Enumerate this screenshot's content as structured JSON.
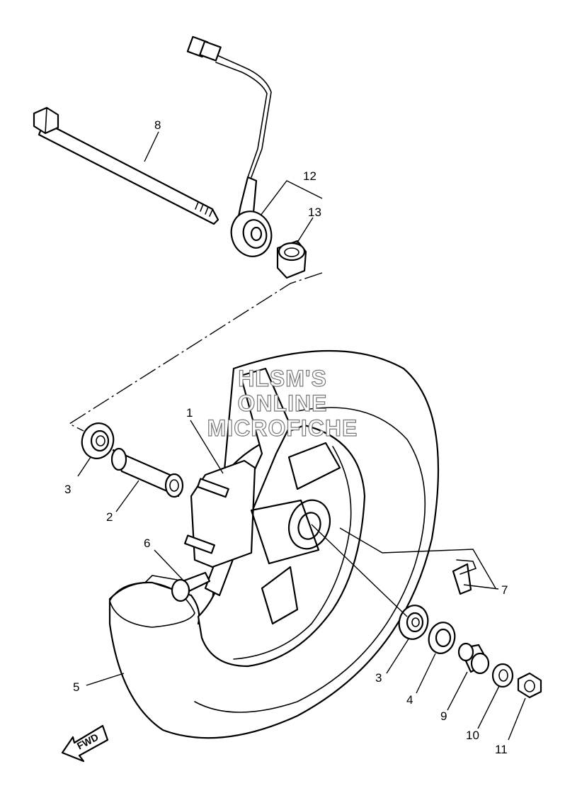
{
  "callouts": {
    "c1": "1",
    "c2": "2",
    "c3a": "3",
    "c3b": "3",
    "c4": "4",
    "c5": "5",
    "c6": "6",
    "c7": "7",
    "c8": "8",
    "c9": "9",
    "c10": "10",
    "c11": "11",
    "c12": "12",
    "c13": "13"
  },
  "watermark": {
    "line1": "HLSM'S",
    "line2": "ONLINE",
    "line3": "MICROFICHE"
  },
  "direction_marker": {
    "label": "FWD"
  }
}
